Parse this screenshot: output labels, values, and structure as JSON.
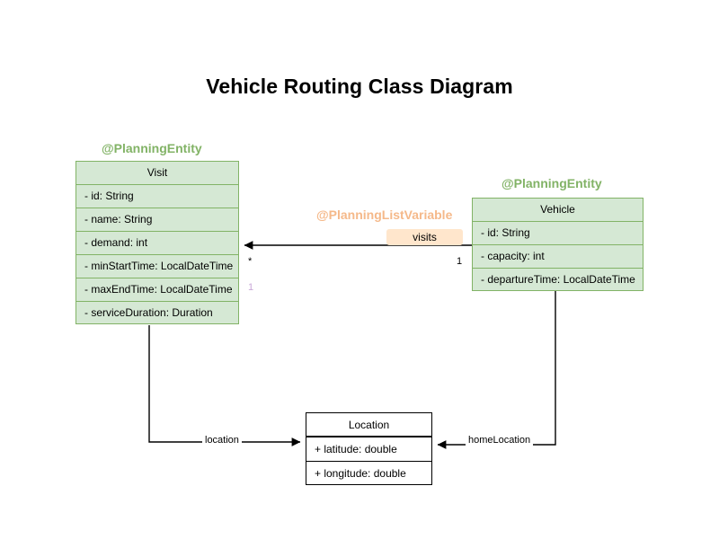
{
  "diagram": {
    "title": "Vehicle Routing Class Diagram",
    "colors": {
      "entity_fill": "#d5e8d4",
      "entity_stroke": "#82b366",
      "stereotype_green": "#82b366",
      "stereotype_orange": "#f5b98a",
      "badge_fill": "#ffe6cc",
      "plain_stroke": "#000000",
      "multiplicity_lavender": "#c9a8d8",
      "background": "#ffffff"
    }
  },
  "classes": {
    "visit": {
      "stereotype": "@PlanningEntity",
      "name": "Visit",
      "attributes": [
        "- id: String",
        "- name: String",
        "- demand: int",
        "- minStartTime: LocalDateTime",
        "- maxEndTime: LocalDateTime",
        "- serviceDuration: Duration"
      ]
    },
    "vehicle": {
      "stereotype": "@PlanningEntity",
      "name": "Vehicle",
      "attributes": [
        "- id: String",
        "- capacity: int",
        "- departureTime: LocalDateTime"
      ]
    },
    "location": {
      "stereotype": "",
      "name": "Location",
      "attributes": [
        "+ latitude: double",
        "+ longitude: double"
      ]
    }
  },
  "relations": {
    "visits": {
      "stereotype": "@PlanningListVariable",
      "badge": "visits",
      "source_multiplicity": "1",
      "target_multiplicity": "*",
      "extra_multiplicity": "1"
    },
    "visit_location": {
      "label": "location"
    },
    "vehicle_home_location": {
      "label": "homeLocation"
    }
  }
}
